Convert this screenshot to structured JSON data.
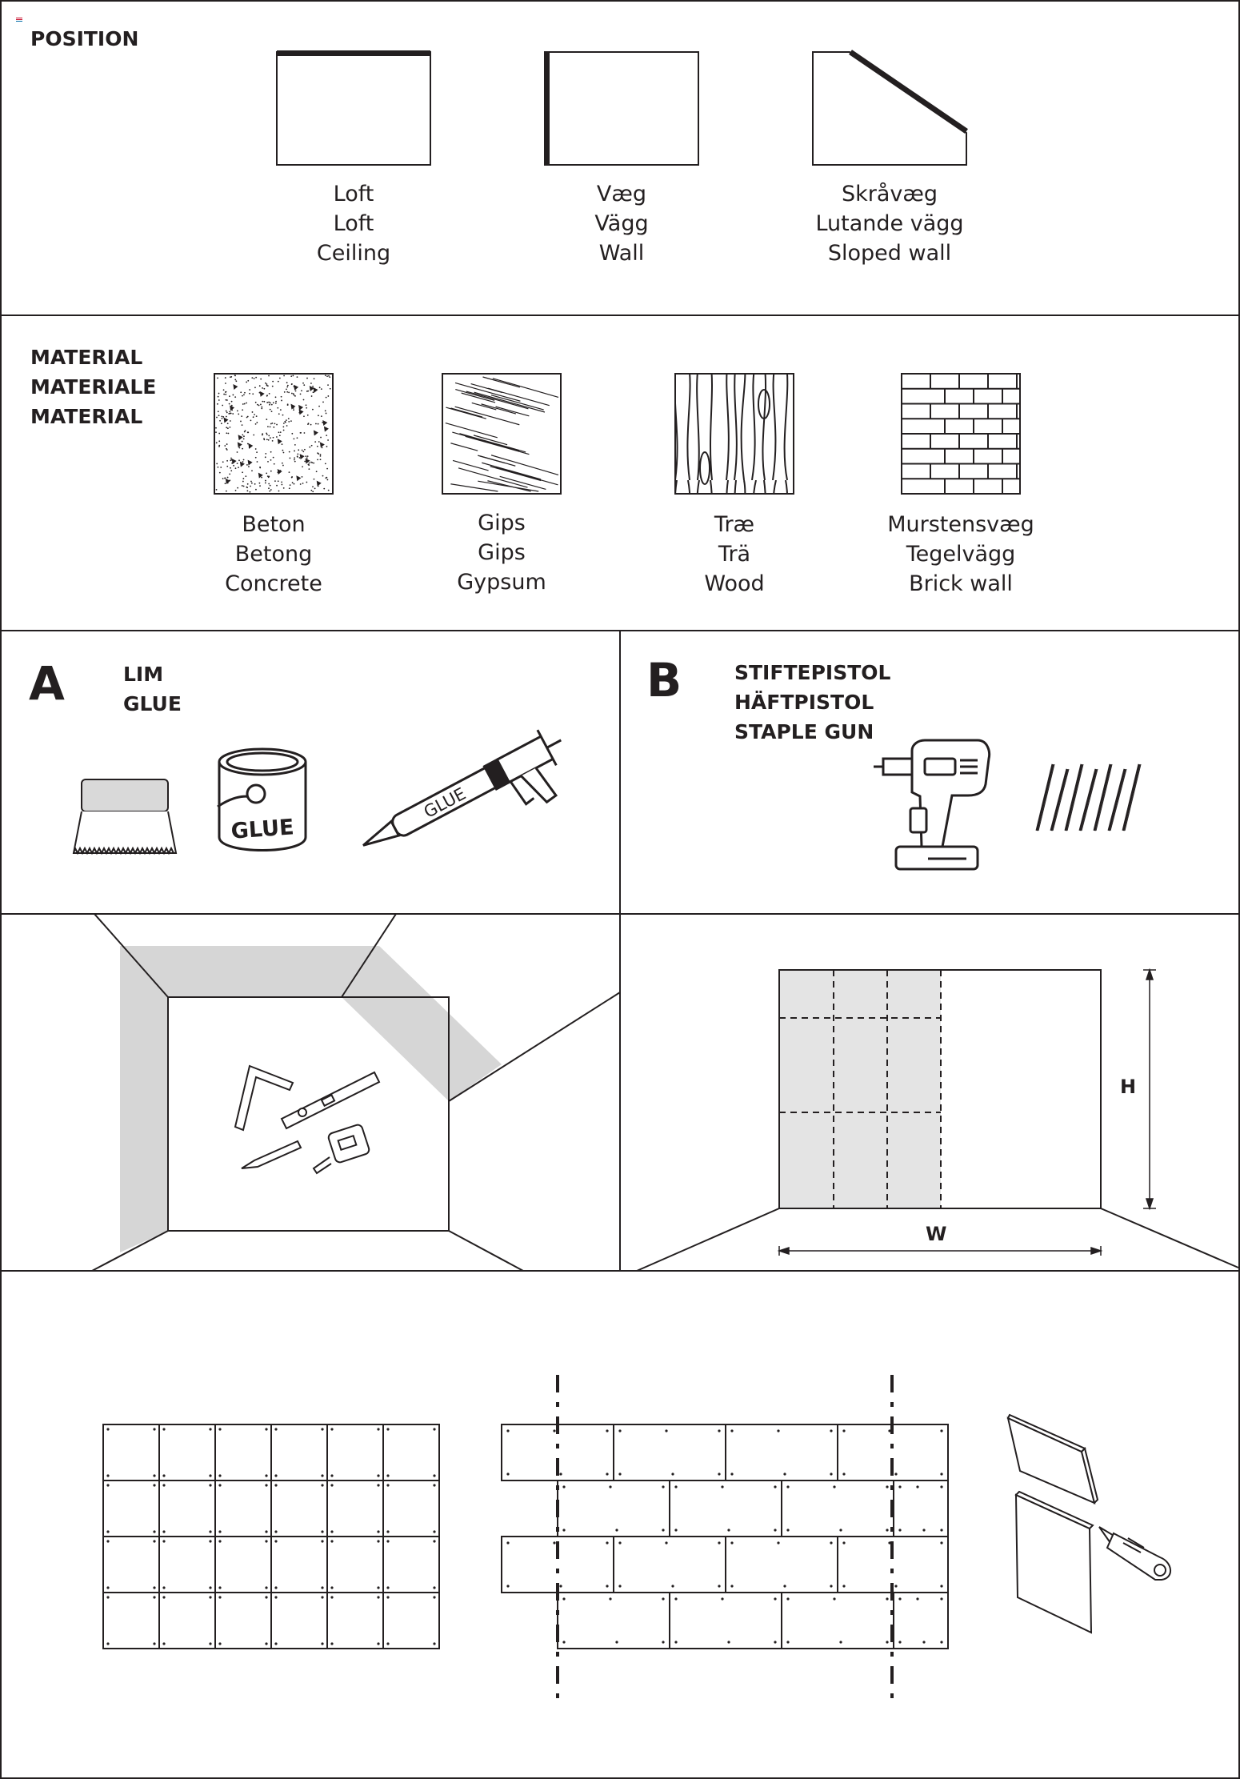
{
  "position": {
    "heading": "POSITION",
    "options": [
      {
        "lines": [
          "Loft",
          "Loft",
          "Ceiling"
        ]
      },
      {
        "lines": [
          "Væg",
          "Vägg",
          "Wall"
        ]
      },
      {
        "lines": [
          "Skråvæg",
          "Lutande vägg",
          "Sloped wall"
        ]
      }
    ]
  },
  "material": {
    "heading": [
      "MATERIAL",
      "MATERIALE",
      "MATERIAL"
    ],
    "options": [
      {
        "lines": [
          "Beton",
          "Betong",
          "Concrete"
        ]
      },
      {
        "lines": [
          "Gips",
          "Gips",
          "Gypsum"
        ]
      },
      {
        "lines": [
          "Træ",
          "Trä",
          "Wood"
        ]
      },
      {
        "lines": [
          "Murstensvæg",
          "Tegelvägg",
          "Brick wall"
        ]
      }
    ]
  },
  "method_a": {
    "letter": "A",
    "heading": [
      "LIM",
      "GLUE"
    ],
    "bucket_label": "GLUE",
    "gun_label": "GLUE"
  },
  "method_b": {
    "letter": "B",
    "heading": [
      "STIFTEPISTOL",
      "HÄFTPISTOL",
      "STAPLE GUN"
    ]
  },
  "measure": {
    "height_label": "H",
    "width_label": "W"
  },
  "colors": {
    "ink": "#231f20",
    "shade": "#d6d6d6",
    "flag": [
      "#c8102e",
      "#ffffff",
      "#006aa7"
    ]
  }
}
